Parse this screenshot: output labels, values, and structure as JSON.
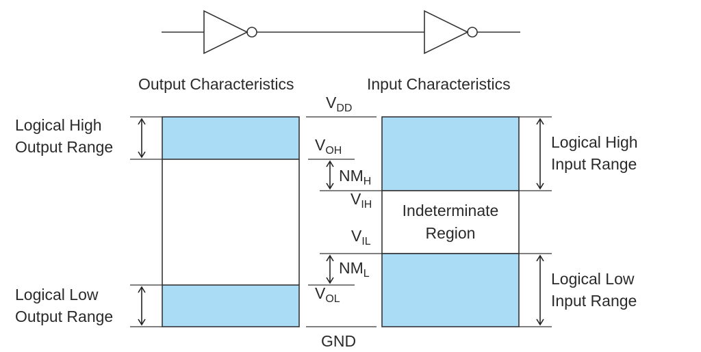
{
  "headings": {
    "output": "Output Characteristics",
    "input": "Input Characteristics"
  },
  "rails": {
    "vdd": {
      "main": "V",
      "sub": "DD"
    },
    "gnd": "GND"
  },
  "levels": {
    "voh": {
      "main": "V",
      "sub": "OH"
    },
    "vih": {
      "main": "V",
      "sub": "IH"
    },
    "vil": {
      "main": "V",
      "sub": "IL"
    },
    "vol": {
      "main": "V",
      "sub": "OL"
    }
  },
  "margins": {
    "nmh": {
      "main": "NM",
      "sub": "H"
    },
    "nml": {
      "main": "NM",
      "sub": "L"
    }
  },
  "left_labels": {
    "high": [
      "Logical High",
      "Output Range"
    ],
    "low": [
      "Logical Low",
      "Output Range"
    ]
  },
  "right_labels": {
    "high": [
      "Logical High",
      "Input Range"
    ],
    "low": [
      "Logical Low",
      "Input Range"
    ]
  },
  "indeterminate": [
    "Indeterminate",
    "Region"
  ],
  "colors": {
    "fill": "#aadcf5",
    "stroke": "#333333"
  },
  "icons": {
    "gate": "inverter-gate-icon"
  }
}
